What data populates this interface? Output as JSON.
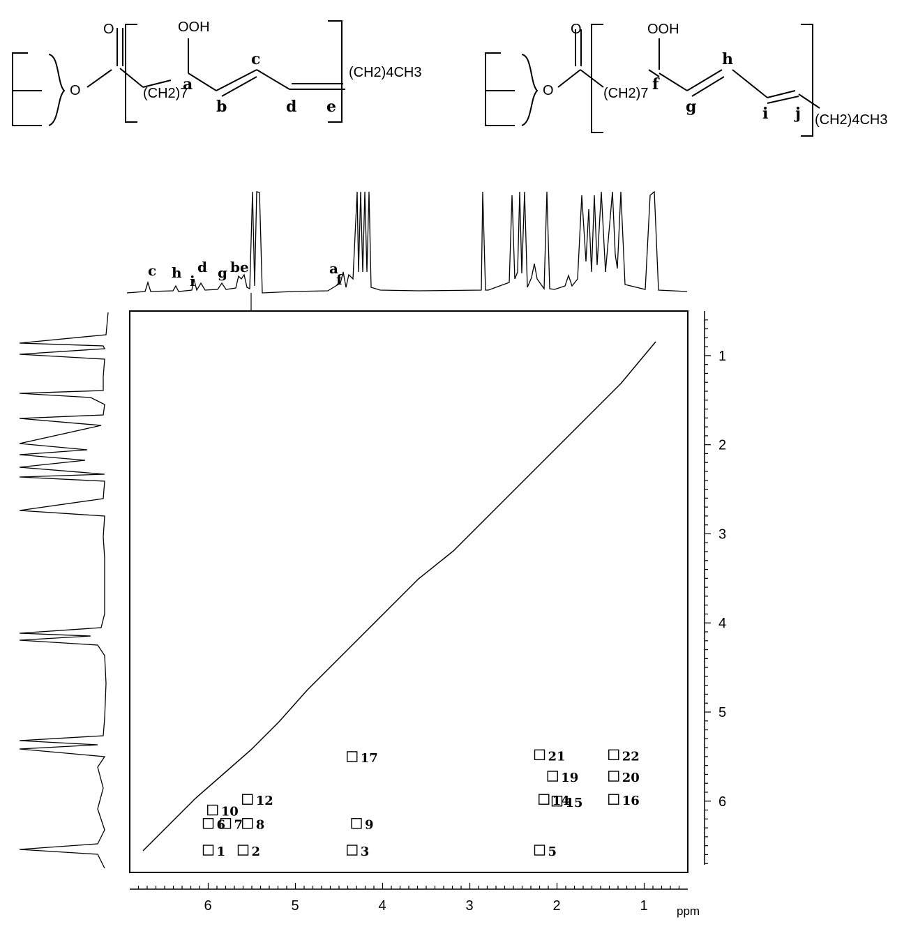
{
  "structures": [
    {
      "oxygen": "O",
      "ester_o": "O",
      "hydroperoxide": "OOH",
      "chain_label": "(CH2)7",
      "tail_label": "(CH2)4CH3",
      "atom_labels": [
        "a",
        "b",
        "c",
        "d",
        "e"
      ]
    },
    {
      "oxygen": "O",
      "ester_o": "O",
      "hydroperoxide": "OOH",
      "chain_label": "(CH2)7",
      "tail_label": "(CH2)4CH3",
      "atom_labels": [
        "f",
        "g",
        "h",
        "i",
        "j"
      ]
    }
  ],
  "spectrum_peak_labels": [
    "c",
    "h",
    "i",
    "d",
    "g",
    "b",
    "e",
    "a",
    "f"
  ],
  "x_axis": {
    "ticks": [
      "6",
      "5",
      "4",
      "3",
      "2",
      "1"
    ],
    "unit": "ppm"
  },
  "y_axis": {
    "ticks": [
      "1",
      "2",
      "3",
      "4",
      "5",
      "6"
    ]
  },
  "crosspeak_labels": [
    "1",
    "2",
    "3",
    "5",
    "6",
    "7",
    "8",
    "9",
    "10",
    "12",
    "14",
    "15",
    "16",
    "17",
    "19",
    "20",
    "21",
    "22"
  ],
  "chart_data": {
    "type": "heatmap",
    "title": "",
    "xlabel": "ppm",
    "ylabel": "",
    "x_range_ppm": [
      6.9,
      0.5
    ],
    "y_range_ppm": [
      0.5,
      6.8
    ],
    "diagonal": true,
    "crosspeaks": [
      {
        "label": "1",
        "x": 6.0,
        "y": 6.55
      },
      {
        "label": "2",
        "x": 5.6,
        "y": 6.55
      },
      {
        "label": "3",
        "x": 4.35,
        "y": 6.55
      },
      {
        "label": "5",
        "x": 2.2,
        "y": 6.55
      },
      {
        "label": "6",
        "x": 6.0,
        "y": 6.25
      },
      {
        "label": "7",
        "x": 5.8,
        "y": 6.25
      },
      {
        "label": "8",
        "x": 5.55,
        "y": 6.25
      },
      {
        "label": "9",
        "x": 4.3,
        "y": 6.25
      },
      {
        "label": "10",
        "x": 5.95,
        "y": 6.1
      },
      {
        "label": "12",
        "x": 5.55,
        "y": 5.98
      },
      {
        "label": "14",
        "x": 2.15,
        "y": 5.98
      },
      {
        "label": "15",
        "x": 2.0,
        "y": 6.0
      },
      {
        "label": "16",
        "x": 1.35,
        "y": 5.98
      },
      {
        "label": "17",
        "x": 4.35,
        "y": 5.5
      },
      {
        "label": "19",
        "x": 2.05,
        "y": 5.72
      },
      {
        "label": "20",
        "x": 1.35,
        "y": 5.72
      },
      {
        "label": "21",
        "x": 2.2,
        "y": 5.48
      },
      {
        "label": "22",
        "x": 1.35,
        "y": 5.48
      }
    ]
  }
}
